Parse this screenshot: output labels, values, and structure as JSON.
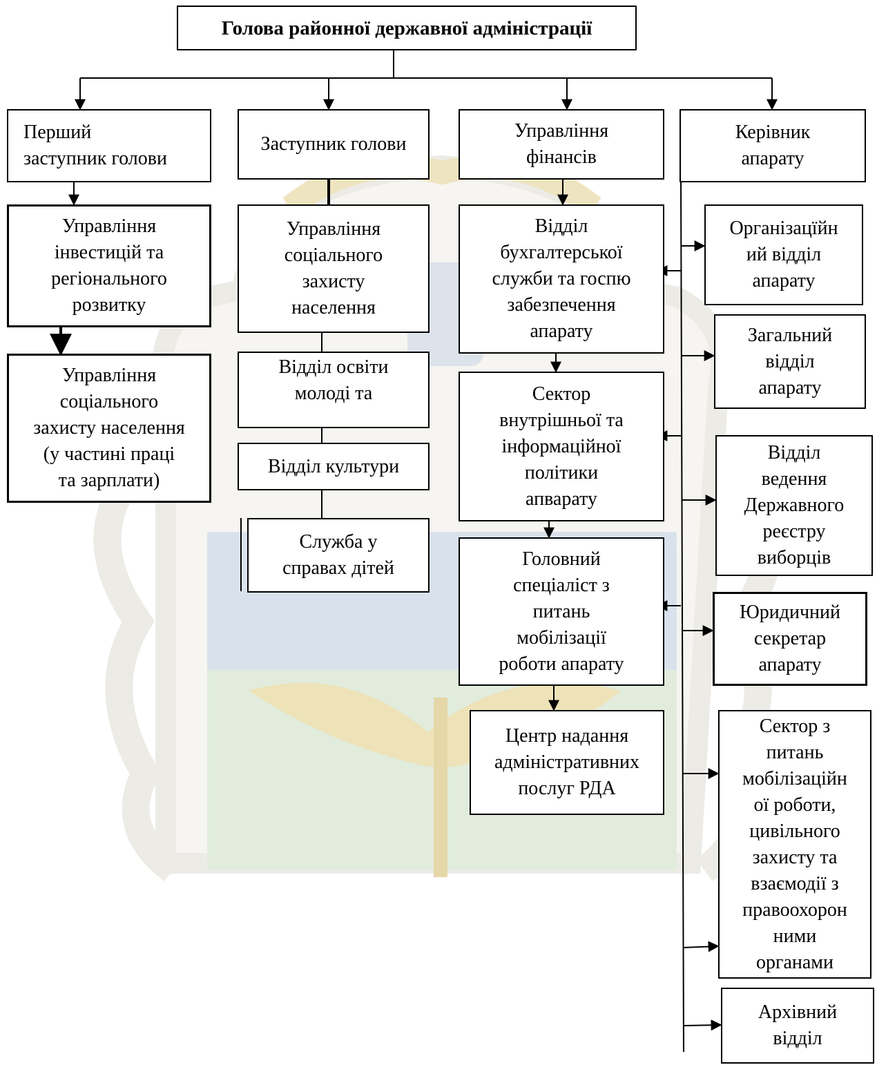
{
  "diagram": {
    "head": "Голова районної державної адміністрації",
    "branches": [
      {
        "label": "Перший\nзаступник голови"
      },
      {
        "label": "Заступник голови"
      },
      {
        "label": "Управління\nфінансів"
      },
      {
        "label": "Керівник\nапарату"
      }
    ],
    "col1": [
      {
        "label": "Управління\nінвестицій та\nрегіонального\nрозвитку"
      },
      {
        "label": "Управління\nсоціального\nзахисту населення\n(у частині праці\nта зарплати)"
      }
    ],
    "col2": [
      {
        "label": "Управління\nсоціального\nзахисту\nнаселення"
      },
      {
        "label": "Відділ освіти\nмолоді та"
      },
      {
        "label": "Відділ культури"
      },
      {
        "label": "Служба у\nсправах дітей"
      }
    ],
    "col3": [
      {
        "label": "Відділ\nбухгалтерської\nслужби та госпю\nзабезпечення\nапарату"
      },
      {
        "label": "Сектор\nвнутрішньої та\nінформаційної\nполітики\nапварату"
      },
      {
        "label": "Головний\nспеціаліст з\nпитань\nмобілізації\nроботи апарату"
      },
      {
        "label": "Центр надання\nадміністративних\nпослуг РДА"
      }
    ],
    "col4": [
      {
        "label": "Організацїйн\nий відділ\nапарату"
      },
      {
        "label": "Загальний\nвідділ\nапарату"
      },
      {
        "label": "Відділ\nведення\nДержавного\nреєстру\nвиборців"
      },
      {
        "label": "Юридичний\nсекретар\nапарату"
      },
      {
        "label": "Сектор з\nпитань\nмобілізаційн\nої роботи,\nцивільного\nзахисту та\nвзаємодії з\nправоохорон\nними\nорганами"
      },
      {
        "label": "Архівний\nвідділ"
      }
    ]
  },
  "colors": {
    "line": "#000000",
    "watermark_gold": "#eadcae",
    "watermark_blue": "#d2dce8",
    "watermark_green": "#dbe8d8",
    "watermark_gray": "#ecebe6"
  }
}
